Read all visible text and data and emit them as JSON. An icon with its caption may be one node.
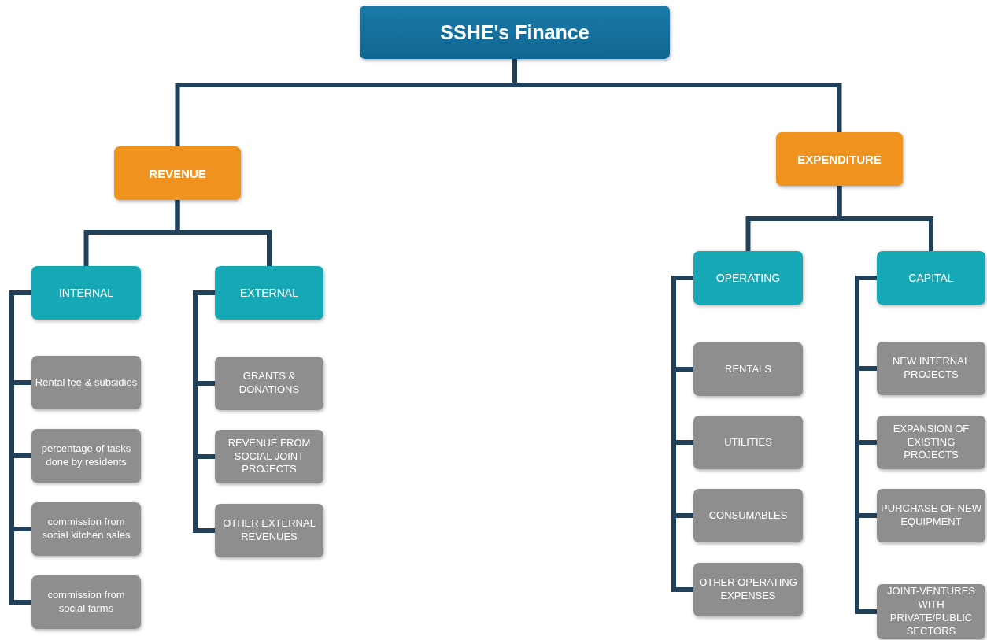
{
  "diagram": {
    "nodes": [
      {
        "text": [
          "SSHE's Finance"
        ]
      },
      {
        "text": [
          "REVENUE"
        ]
      },
      {
        "text": [
          "EXPENDITURE"
        ]
      },
      {
        "text": [
          "INTERNAL"
        ]
      },
      {
        "text": [
          "EXTERNAL"
        ]
      },
      {
        "text": [
          "OPERATING"
        ]
      },
      {
        "text": [
          "CAPITAL"
        ]
      },
      {
        "text": [
          "Rental fee & subsidies"
        ]
      },
      {
        "text": [
          "percentage of tasks done by residents"
        ]
      },
      {
        "text": [
          "commission from social kitchen sales"
        ]
      },
      {
        "text": [
          "commission from social farms"
        ]
      },
      {
        "text": [
          "GRANTS & DONATIONS"
        ]
      },
      {
        "text": [
          "REVENUE FROM SOCIAL JOINT PROJECTS"
        ]
      },
      {
        "text": [
          "OTHER EXTERNAL REVENUES"
        ]
      },
      {
        "text": [
          "RENTALS"
        ]
      },
      {
        "text": [
          "UTILITIES"
        ]
      },
      {
        "text": [
          "CONSUMABLES"
        ]
      },
      {
        "text": [
          "OTHER OPERATING EXPENSES"
        ]
      },
      {
        "text": [
          "NEW INTERNAL PROJECTS"
        ]
      },
      {
        "text": [
          "EXPANSION OF EXISTING PROJECTS"
        ]
      },
      {
        "text": [
          "PURCHASE OF NEW EQUIPMENT"
        ]
      },
      {
        "text": [
          "JOINT-VENTURES WITH PRIVATE/PUBLIC SECTORS"
        ]
      }
    ],
    "edges": [
      {
        "from": 0,
        "to": 1,
        "arrow": "none"
      },
      {
        "from": 0,
        "to": 2,
        "arrow": "none"
      },
      {
        "from": 1,
        "to": 3,
        "arrow": "none"
      },
      {
        "from": 1,
        "to": 4,
        "arrow": "none"
      },
      {
        "from": 2,
        "to": 5,
        "arrow": "none"
      },
      {
        "from": 2,
        "to": 6,
        "arrow": "none"
      },
      {
        "from": 3,
        "to": 7,
        "arrow": "none"
      },
      {
        "from": 3,
        "to": 8,
        "arrow": "none"
      },
      {
        "from": 3,
        "to": 9,
        "arrow": "none"
      },
      {
        "from": 3,
        "to": 10,
        "arrow": "none"
      },
      {
        "from": 4,
        "to": 11,
        "arrow": "none"
      },
      {
        "from": 4,
        "to": 12,
        "arrow": "none"
      },
      {
        "from": 4,
        "to": 13,
        "arrow": "none"
      },
      {
        "from": 5,
        "to": 14,
        "arrow": "none"
      },
      {
        "from": 5,
        "to": 15,
        "arrow": "none"
      },
      {
        "from": 5,
        "to": 16,
        "arrow": "none"
      },
      {
        "from": 5,
        "to": 17,
        "arrow": "none"
      },
      {
        "from": 6,
        "to": 18,
        "arrow": "none"
      },
      {
        "from": 6,
        "to": 19,
        "arrow": "none"
      },
      {
        "from": 6,
        "to": 20,
        "arrow": "none"
      },
      {
        "from": 6,
        "to": 21,
        "arrow": "none"
      }
    ]
  }
}
